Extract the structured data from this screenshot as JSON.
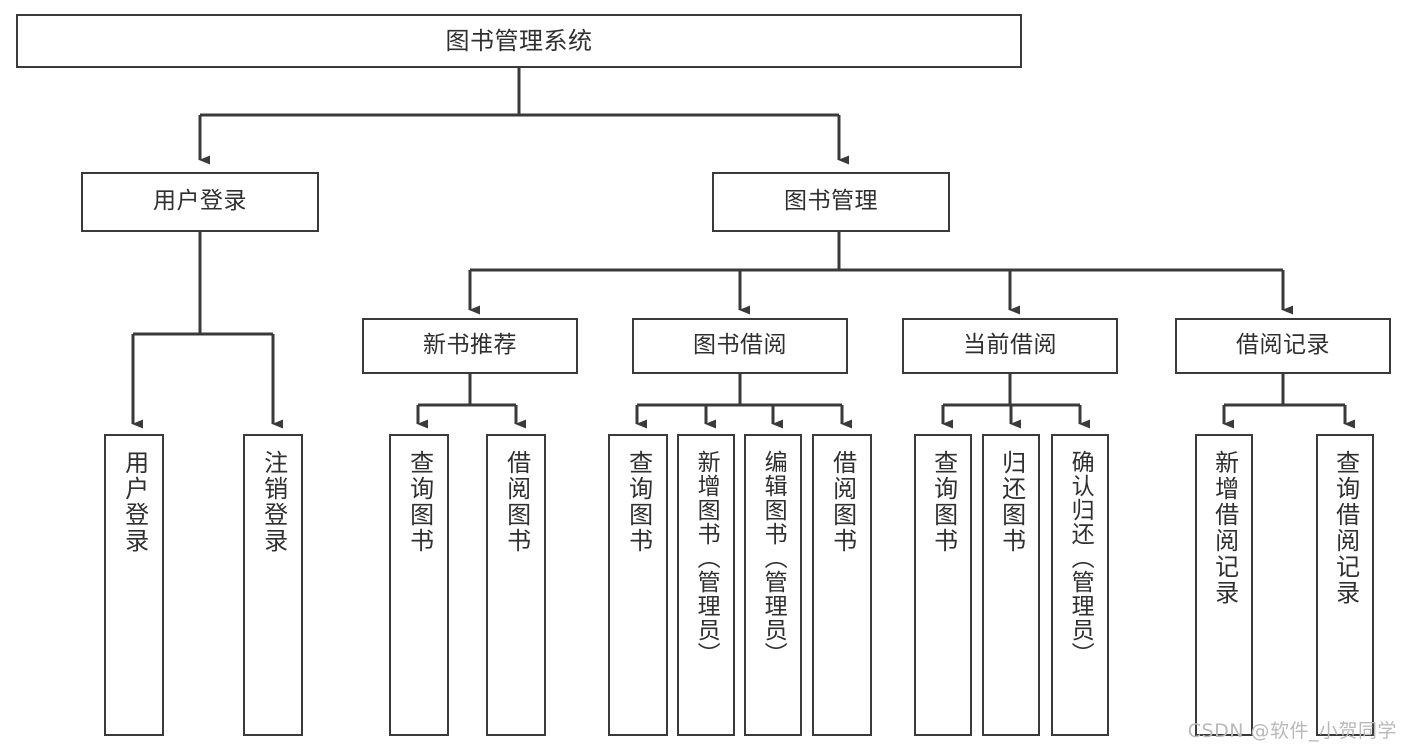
{
  "diagram": {
    "title": "图书管理系统",
    "type": "tree",
    "root": {
      "label": "图书管理系统"
    },
    "level2": [
      {
        "label": "用户登录"
      },
      {
        "label": "图书管理"
      }
    ],
    "level3": [
      {
        "label": "新书推荐"
      },
      {
        "label": "图书借阅"
      },
      {
        "label": "当前借阅"
      },
      {
        "label": "借阅记录"
      }
    ],
    "leaves": {
      "user_login": [
        {
          "label": "用户登录"
        },
        {
          "label": "注销登录"
        }
      ],
      "new_book_recommend": [
        {
          "label": "查询图书"
        },
        {
          "label": "借阅图书"
        }
      ],
      "book_borrow": [
        {
          "label": "查询图书"
        },
        {
          "label": "新增图书（管理员）"
        },
        {
          "label": "编辑图书（管理员）"
        },
        {
          "label": "借阅图书"
        }
      ],
      "current_borrow": [
        {
          "label": "查询图书"
        },
        {
          "label": "归还图书"
        },
        {
          "label": "确认归还（管理员）"
        }
      ],
      "borrow_record": [
        {
          "label": "新增借阅记录"
        },
        {
          "label": "查询借阅记录"
        }
      ]
    },
    "watermark": "CSDN @软件_小贺同学",
    "colors": {
      "box_border": "#3a3a3a",
      "box_fill": "#ffffff",
      "text": "#2f2f2f",
      "connector": "#3a3a3a",
      "watermark": "#b9b9b9"
    }
  }
}
